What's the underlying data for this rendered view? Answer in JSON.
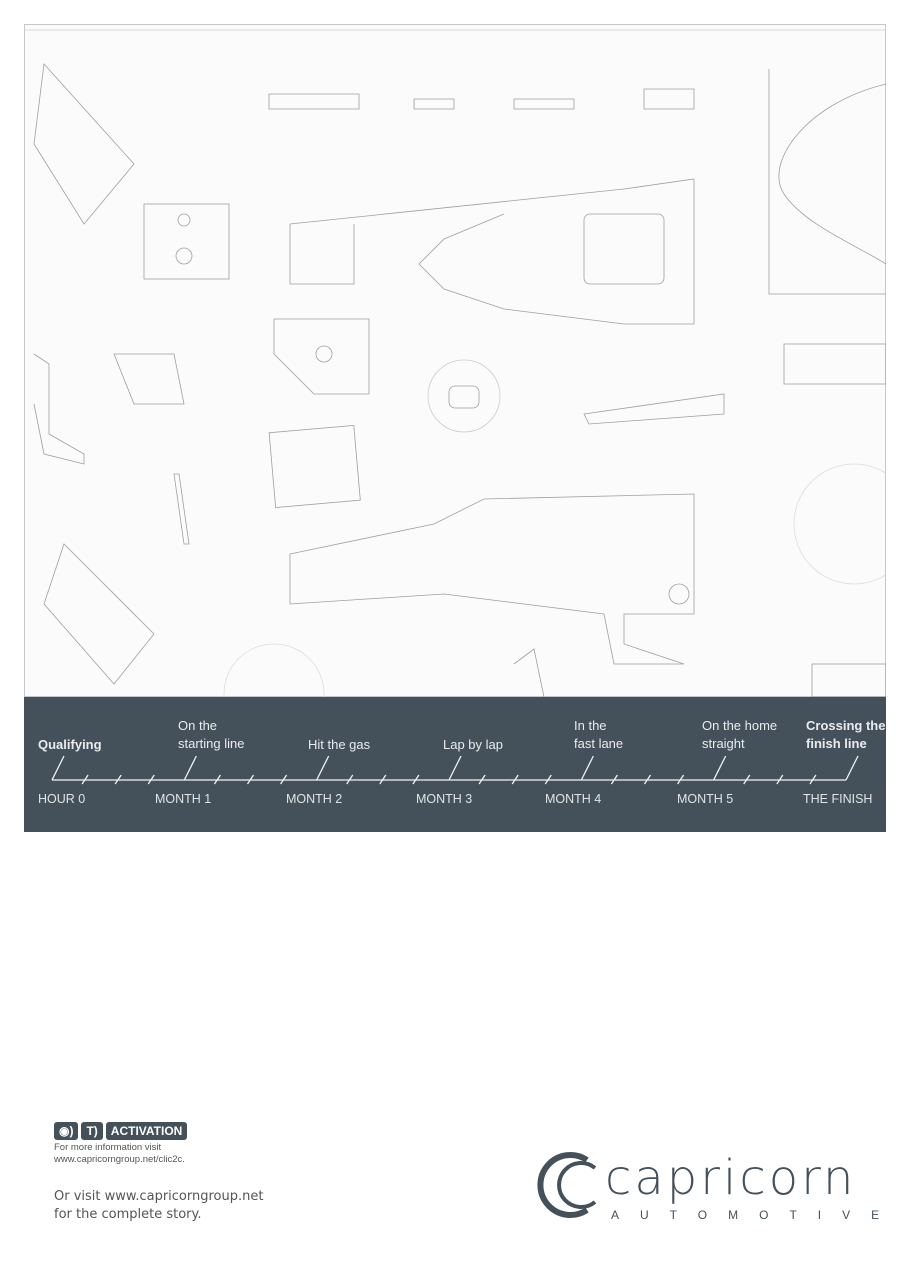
{
  "timeline": {
    "milestones": [
      {
        "label": "Qualifying",
        "bold": true
      },
      {
        "label_line1": "On the",
        "label_line2": "starting line"
      },
      {
        "label": "Hit the gas"
      },
      {
        "label": "Lap by lap"
      },
      {
        "label_line1": "In the",
        "label_line2": "fast lane"
      },
      {
        "label_line1": "On the home",
        "label_line2": "straight"
      },
      {
        "label_line1": "Crossing the",
        "label_line2": "finish line",
        "bold": true
      }
    ],
    "ticks": [
      "HOUR 0",
      "MONTH 1",
      "MONTH 2",
      "MONTH 3",
      "MONTH 4",
      "MONTH 5",
      "THE FINISH"
    ]
  },
  "footer": {
    "badge_icons": [
      "camera-icon",
      "text-icon"
    ],
    "badge_text": "ACTIVATION",
    "info_line1": "For more information visit",
    "info_line2": "www.capricorngroup.net/clic2c.",
    "visit_line1": "Or visit www.capricorngroup.net",
    "visit_line2": "for the complete story."
  },
  "logo": {
    "name": "capricorn",
    "sub": "AUTOMOTIVE",
    "color": "#44515a"
  },
  "colors": {
    "band": "#44515a",
    "text": "#e8ecee"
  }
}
